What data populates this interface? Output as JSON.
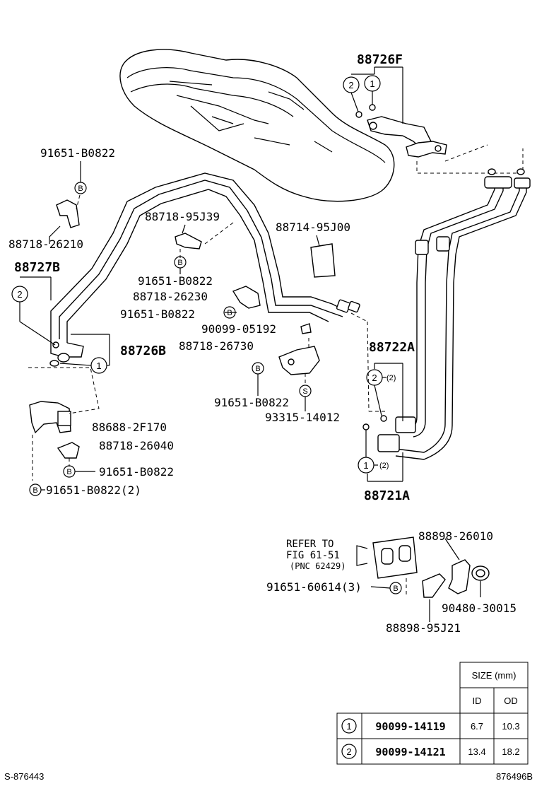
{
  "parts": {
    "p88726F": "88726F",
    "p91651_B0822_top": "91651-B0822",
    "p88718_26210": "88718-26210",
    "p88727B": "88727B",
    "p88718_95J39": "88718-95J39",
    "p88714_95J00": "88714-95J00",
    "p91651_B0822_mid": "91651-B0822",
    "p88718_26230": "88718-26230",
    "p91651_B0822_c": "91651-B0822",
    "p90099_05192": "90099-05192",
    "p88718_26730": "88718-26730",
    "p88726B": "88726B",
    "p88722A": "88722A",
    "p91651_B0822_d": "91651-B0822",
    "p93315_14012": "93315-14012",
    "p88688_2F170": "88688-2F170",
    "p88718_26040": "88718-26040",
    "p91651_B0822_e": "91651-B0822",
    "p91651_B0822_2": "91651-B0822(2)",
    "p88721A": "88721A",
    "p88898_26010": "88898-26010",
    "p91651_60614": "91651-60614(3)",
    "p90480_30015": "90480-30015",
    "p88898_95J21": "88898-95J21"
  },
  "markers": {
    "one": "1",
    "two": "2",
    "b": "B",
    "s": "S",
    "qty2": "(2)"
  },
  "refer": {
    "line1": "REFER TO",
    "line2": "FIG 61-51",
    "line3": "(PNC 62429)"
  },
  "size_table": {
    "header": "SIZE (mm)",
    "col_id": "ID",
    "col_od": "OD",
    "rows": [
      {
        "key": "1",
        "part": "90099-14119",
        "id": "6.7",
        "od": "10.3"
      },
      {
        "key": "2",
        "part": "90099-14121",
        "id": "13.4",
        "od": "18.2"
      }
    ]
  },
  "footer": {
    "left": "S-876443",
    "right": "876496B"
  }
}
